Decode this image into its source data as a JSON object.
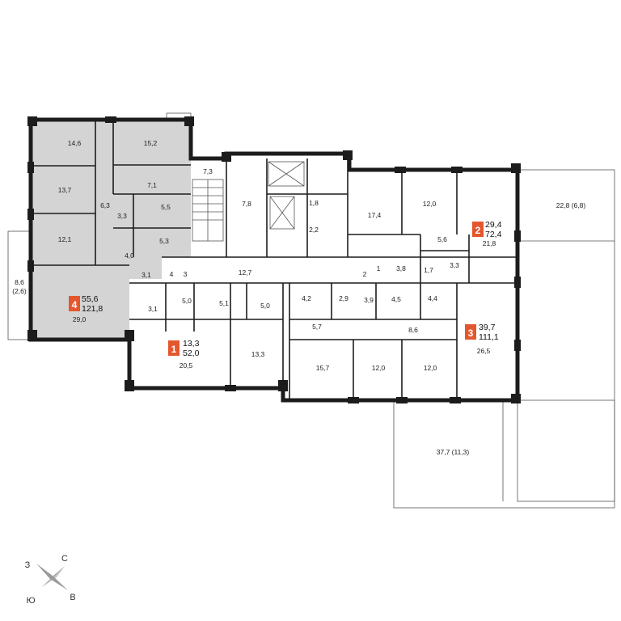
{
  "colors": {
    "accent": "#e4572e",
    "highlight_fill": "#d4d4d4",
    "wall": "#1c1c1c"
  },
  "apartments": [
    {
      "number": "1",
      "living": "13,3",
      "total": "52,0"
    },
    {
      "number": "2",
      "living": "29,4",
      "total": "72,4"
    },
    {
      "number": "3",
      "living": "39,7",
      "total": "111,1"
    },
    {
      "number": "4",
      "living": "55,6",
      "total": "121,8"
    }
  ],
  "rooms": [
    "14,6",
    "15,2",
    "7,3",
    "13,7",
    "7,1",
    "6,3",
    "3,3",
    "5,5",
    "12,1",
    "5,3",
    "4,0",
    "3,1",
    "8,6",
    "(2,6)",
    "29,0",
    "7,8",
    "1,8",
    "2,2",
    "17,4",
    "12,0",
    "22,8 (6,8)",
    "5,6",
    "21,8",
    "12,7",
    "3,8",
    "1,7",
    "3,3",
    "5,0",
    "3,1",
    "5,1",
    "5,0",
    "4,2",
    "2,9",
    "3,9",
    "4,5",
    "4,4",
    "5,7",
    "8,6",
    "26,5",
    "20,5",
    "13,3",
    "15,7",
    "12,0",
    "12,0",
    "37,7 (11,3)",
    "4",
    "3",
    "2",
    "1"
  ],
  "compass": {
    "north": "С",
    "south": "Ю",
    "west": "З",
    "east": "В"
  }
}
